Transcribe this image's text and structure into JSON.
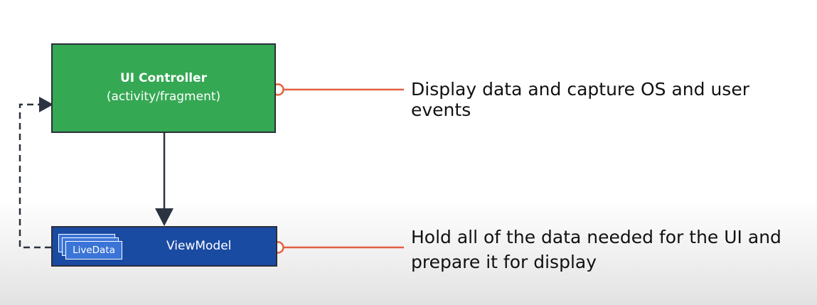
{
  "diagram": {
    "ui_controller": {
      "title": "UI Controller",
      "subtitle": "(activity/fragment)"
    },
    "viewmodel": {
      "label": "ViewModel",
      "livedata_label": "LiveData"
    },
    "annotations": {
      "controller_text": "Display data and capture OS and user events",
      "viewmodel_text": "Hold all of the data needed for the UI and prepare it for display"
    }
  },
  "colors": {
    "controller_fill": "#35a853",
    "viewmodel_fill": "#1a4ba3",
    "livedata_fill": "#3a74d6",
    "border": "#2b2f3a",
    "connector_line": "#2b3340",
    "annotation_line": "#e4603f"
  }
}
